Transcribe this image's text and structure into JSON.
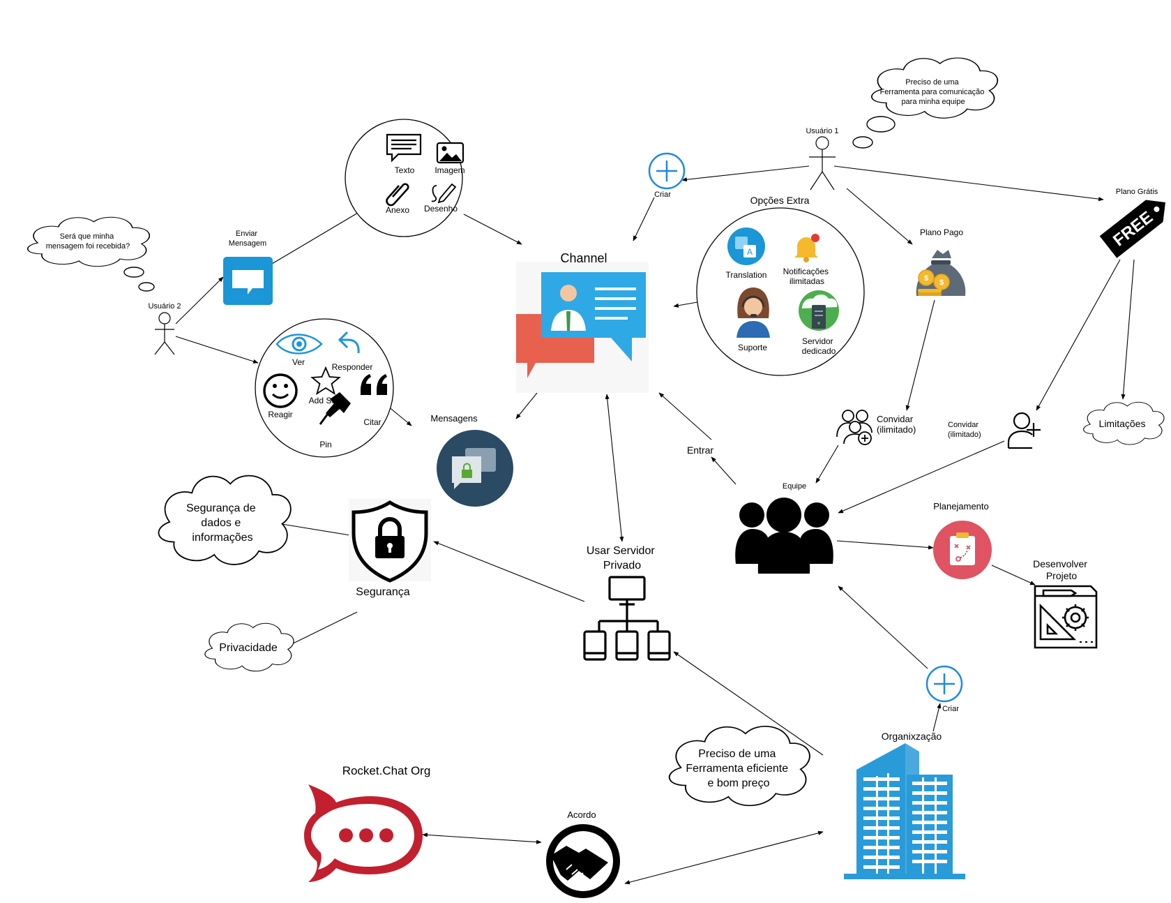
{
  "users": {
    "user1": {
      "label": "Usuário 1",
      "thought": [
        "Preciso de uma",
        "Ferramenta para comunicação",
        "para minha equipe"
      ]
    },
    "user2": {
      "label": "Usuário 2",
      "thought": [
        "Será que minha",
        "mensagem foi recebida?"
      ]
    }
  },
  "channel": {
    "label": "Channel"
  },
  "send_message": {
    "label": [
      "Enviar",
      "Mensagem"
    ]
  },
  "content_types": {
    "text": "Texto",
    "image": "Imagem",
    "attachment": "Anexo",
    "drawing": "Desenho"
  },
  "message_actions": {
    "view": "Ver",
    "reply": "Responder",
    "react": "Reagir",
    "add_star": "Add Star",
    "quote": "Citar",
    "pin": "Pin"
  },
  "messages": {
    "label": "Mensagens"
  },
  "create": {
    "label": "Criar"
  },
  "extra_options": {
    "title": "Opções Extra",
    "translation": "Translation",
    "notifications": [
      "Notificações",
      "ilimitadas"
    ],
    "support": "Suporte",
    "dedicated_server": [
      "Servidor",
      "dedicado"
    ]
  },
  "paid_plan": {
    "label": "Plano Pago",
    "invite": [
      "Convidar",
      "(ilimitado)"
    ]
  },
  "free_plan": {
    "label": "Plano Grátis",
    "tag": "FREE",
    "invite": [
      "Convidar",
      "(ilimitado)"
    ],
    "limitations": "Limitações"
  },
  "team": {
    "label": "Equipe",
    "enter": "Entrar"
  },
  "planning": {
    "label": "Planejamento",
    "develop": [
      "Desenvolver",
      "Projeto"
    ]
  },
  "security": {
    "label": "Segurança",
    "data_security": [
      "Segurança de",
      "dados e",
      "informações"
    ],
    "privacy": "Privacidade"
  },
  "private_server": {
    "label": [
      "Usar Servidor",
      "Privado"
    ]
  },
  "organization": {
    "label": "Organixzação",
    "create": "Criar",
    "thought": [
      "Preciso de uma",
      "Ferramenta eficiente",
      "e bom preço"
    ]
  },
  "agreement": {
    "label": "Acordo"
  },
  "rocketchat": {
    "label": "Rocket.Chat Org"
  },
  "colors": {
    "blue_icon": "#1b96d6",
    "channel_blue": "#2fa8e6",
    "channel_red": "#e8604e",
    "messages_navy": "#2b4a63",
    "planning_red": "#e05362",
    "building_blue": "#2a9bd9",
    "rocket_red": "#c2202f",
    "plus_blue": "#1e88e5"
  }
}
